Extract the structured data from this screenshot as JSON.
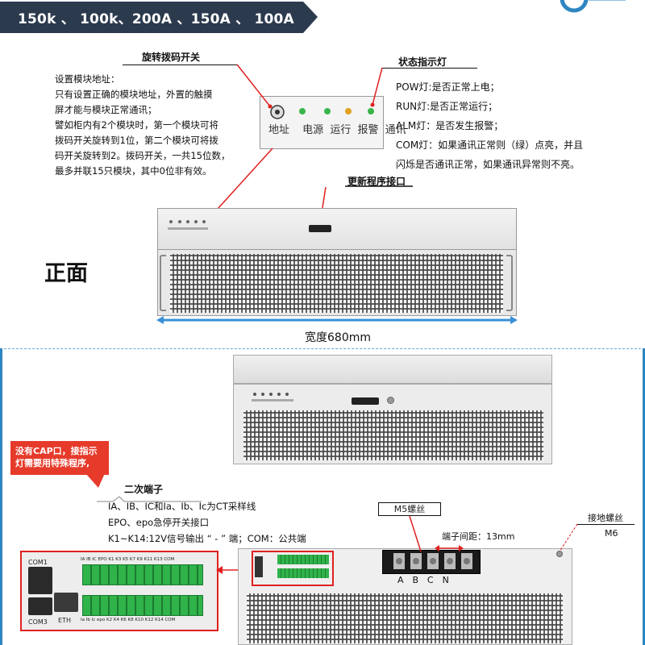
{
  "header": {
    "models_text": "150k 、 100k、200A 、150A 、 100A"
  },
  "colors": {
    "banner": "#2c3a4e",
    "accent_red": "#e02020",
    "dimension_blue": "#3a8fd6",
    "frame_blue": "#2e86c1",
    "note_bg": "#e63a2a"
  },
  "front": {
    "rotary_switch": {
      "title": "旋转拨码开关",
      "description": [
        "设置模块地址：",
        "只有设置正确的模块地址，外置的触摸",
        "屏才能与模块正常通讯；",
        "譬如柜内有2个模块时，第一个模块可将",
        "拨码开关旋转到1位，第二个模块可将拨",
        "码开关旋转到2。拨码开关，一共15位数，",
        "最多并联15只模块，其中0位非有效。"
      ]
    },
    "status_lights": {
      "title": "状态指示灯",
      "description": [
        "POW灯:是否正常上电；",
        "RUN灯:是否正常运行；",
        "ALM灯：是否发生报警；",
        "COM灯：如果通讯正常则（绿）点亮，并且",
        "闪烁是否通讯正常，如果通讯异常则不亮。"
      ]
    },
    "panel_labels": [
      "地址",
      "电源",
      "运行",
      "报警",
      "通讯"
    ],
    "update_port": {
      "title": "更新程序接口"
    },
    "section_label": "正面",
    "width_label": "宽度680mm"
  },
  "rear": {
    "note": [
      "没有CAP口，接指示",
      "灯需要用特殊程序,"
    ],
    "secondary_terminal": {
      "title": "二次端子",
      "description": [
        "IA、IB、IC和Ia、Ib、Ic为CT采样线",
        "EPO、epo急停开关接口",
        "K1~K14:12V信号输出 “ - ” 端；COM：公共端"
      ]
    },
    "com1_label": "COM1",
    "com3_label": "COM3",
    "eth_label": "ETH",
    "terminal_top_labels": "IA IB IC EPO K1 K3 K5 K7 K9 K11 K13 COM",
    "terminal_bottom_labels": "Ia Ib Ic epo K2 K4 K6 K8 K10 K12 K14 COM",
    "m5_label": "M5螺丝",
    "terminal_spacing_label": "端子间距：13mm",
    "ground_label": "接地螺丝",
    "m6_label": "M6",
    "block_letters": [
      "A",
      "B",
      "C",
      "N"
    ]
  }
}
